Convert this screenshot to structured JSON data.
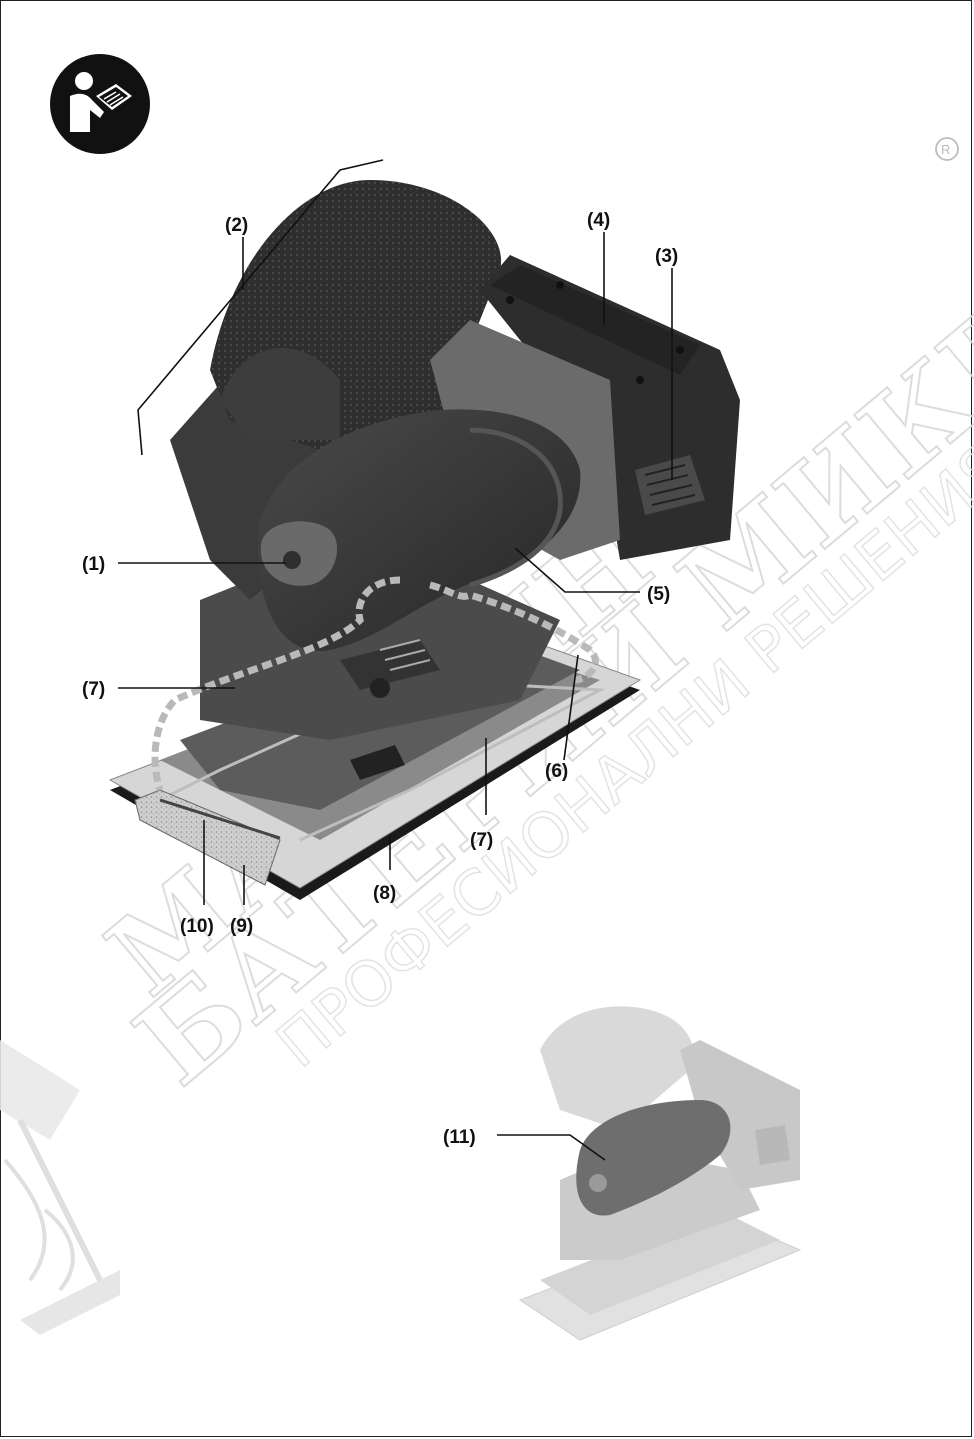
{
  "icons": {
    "manual": "read-manual-icon",
    "registered": "registered-mark-icon"
  },
  "colors": {
    "body_dark": "#3a3a3a",
    "body_mid": "#555555",
    "housing": "#6a6a6a",
    "plate": "#d8d8d8",
    "watermark": "#d9d9d9"
  },
  "watermark": {
    "line1": "МАГАЗИН",
    "line2": "БАТЕРИИ МИКРОТОРА",
    "line3": "ПРОФЕСИОНАЛНИ РЕШЕНИЯ"
  },
  "callouts": [
    {
      "id": "1",
      "label": "(1)"
    },
    {
      "id": "2",
      "label": "(2)"
    },
    {
      "id": "3",
      "label": "(3)"
    },
    {
      "id": "4",
      "label": "(4)"
    },
    {
      "id": "5",
      "label": "(5)"
    },
    {
      "id": "6",
      "label": "(6)"
    },
    {
      "id": "7a",
      "label": "(7)"
    },
    {
      "id": "7b",
      "label": "(7)"
    },
    {
      "id": "8",
      "label": "(8)"
    },
    {
      "id": "9",
      "label": "(9)"
    },
    {
      "id": "10",
      "label": "(10)"
    },
    {
      "id": "11",
      "label": "(11)"
    }
  ]
}
